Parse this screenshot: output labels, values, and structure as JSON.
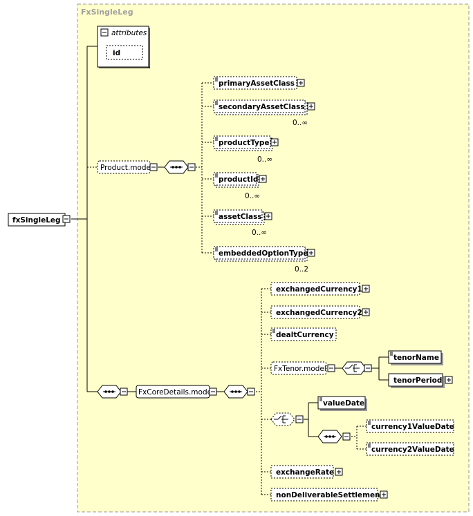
{
  "diagram": {
    "group_title": "FxSingleLeg",
    "root": {
      "label": "fxSingleLeg"
    },
    "attributes": {
      "title": "attributes",
      "items": [
        "id"
      ]
    },
    "product_model": {
      "label": "Product.model",
      "elements": [
        {
          "label": "primaryAssetClass",
          "occurs": ""
        },
        {
          "label": "secondaryAssetClass",
          "occurs": "0..∞"
        },
        {
          "label": "productType",
          "occurs": "0..∞"
        },
        {
          "label": "productId",
          "occurs": "0..∞"
        },
        {
          "label": "assetClass",
          "occurs": "0..∞"
        },
        {
          "label": "embeddedOptionType",
          "occurs": "0..2"
        }
      ]
    },
    "fx_core_model": {
      "label": "FxCoreDetails.model",
      "elements": [
        {
          "label": "exchangedCurrency1"
        },
        {
          "label": "exchangedCurrency2"
        },
        {
          "label": "dealtCurrency"
        },
        {
          "label": "exchangeRate"
        },
        {
          "label": "nonDeliverableSettlement"
        }
      ],
      "fx_tenor_model": {
        "label": "FxTenor.model",
        "elements": [
          {
            "label": "tenorName"
          },
          {
            "label": "tenorPeriod"
          }
        ]
      },
      "value_date_choice": {
        "value_date": "valueDate",
        "currency_dates": [
          {
            "label": "currency1ValueDate"
          },
          {
            "label": "currency2ValueDate"
          }
        ]
      }
    }
  }
}
